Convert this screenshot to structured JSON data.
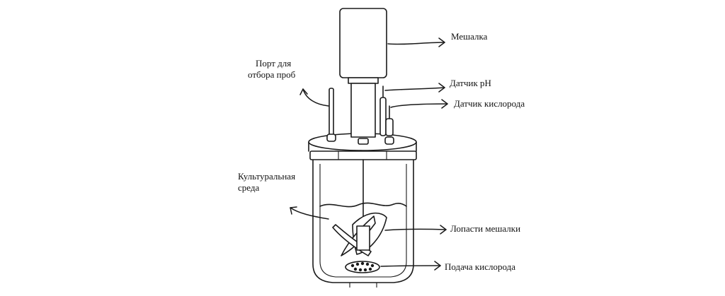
{
  "labels": {
    "stirrer": "Мешалка",
    "sampling_port_line1": "Порт для",
    "sampling_port_line2": "отбора проб",
    "ph_sensor": "Датчик pH",
    "oxygen_sensor": "Датчик кислорода",
    "culture_medium_line1": "Культуральная",
    "culture_medium_line2": "среда",
    "impeller_blades": "Лопасти мешалки",
    "oxygen_supply": "Подача кислорода"
  }
}
